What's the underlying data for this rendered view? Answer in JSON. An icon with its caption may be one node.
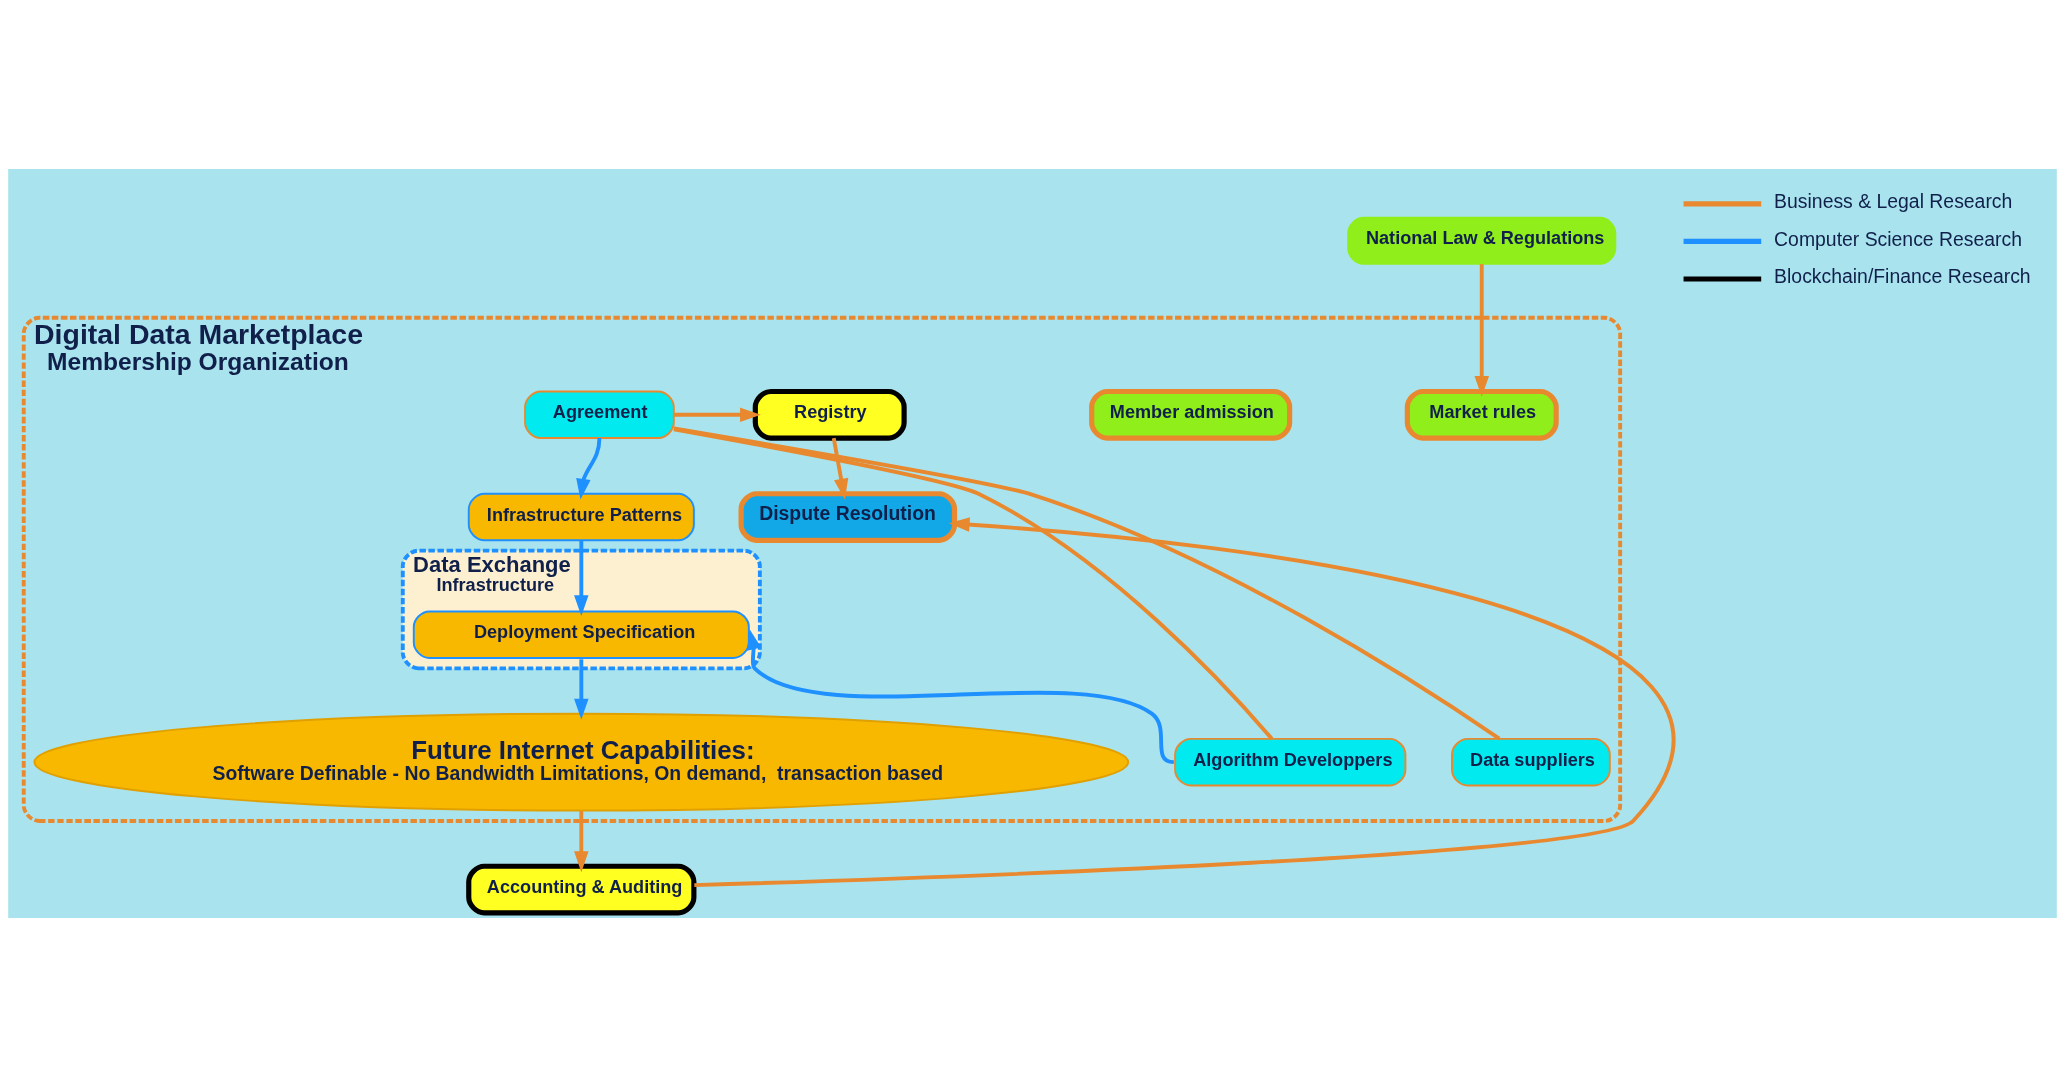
{
  "diagram": {
    "nodes": [
      {
        "text": [
          "National Law & Regulations"
        ]
      },
      {
        "text": [
          "Digital Data Marketplace",
          "Membership Organization"
        ]
      },
      {
        "text": [
          "Market rules"
        ],
        "in": 1
      },
      {
        "text": [
          "Member admission"
        ],
        "in": 1
      },
      {
        "text": [
          "Agreement"
        ],
        "in": 1
      },
      {
        "text": [
          "Registry"
        ],
        "in": 1
      },
      {
        "text": [
          "Infrastructure Patterns"
        ],
        "in": 1
      },
      {
        "text": [
          "Dispute Resolution"
        ],
        "in": 1
      },
      {
        "text": [
          "Data Exchange",
          "Infrastructure"
        ],
        "in": 1
      },
      {
        "text": [
          "Deployment Specification"
        ],
        "in": 8
      },
      {
        "text": [
          "Data suppliers"
        ],
        "in": 1
      },
      {
        "text": [
          "Future Internet Capabilities:",
          "Software Definable - No Bandwidth Limitations, On demand,  transaction based"
        ],
        "in": 1
      },
      {
        "text": [
          "Algorithm Developpers"
        ],
        "in": 1
      },
      {
        "text": [
          "Accounting & Auditing"
        ]
      }
    ],
    "edges": [
      {
        "from": 0,
        "to": 2,
        "arrow": "to"
      },
      {
        "from": 4,
        "to": 5,
        "arrow": "to"
      },
      {
        "from": 5,
        "to": 7,
        "arrow": "to"
      },
      {
        "from": 4,
        "to": 6,
        "arrow": "to",
        "color": "#1e90ff"
      },
      {
        "from": 6,
        "to": 9,
        "arrow": "to",
        "color": "#1e90ff"
      },
      {
        "from": 9,
        "to": 11,
        "arrow": "to",
        "color": "#1e90ff"
      },
      {
        "from": 12,
        "to": 9,
        "arrow": "to",
        "color": "#1e90ff"
      },
      {
        "from": 11,
        "to": 13,
        "arrow": "to"
      },
      {
        "from": 13,
        "to": 7,
        "arrow": "to"
      },
      {
        "from": 10,
        "to": 4,
        "arrow": "none"
      },
      {
        "from": 4,
        "to": 12,
        "arrow": "none"
      }
    ],
    "legend": [
      {
        "text": "Business & Legal Research"
      },
      {
        "text": "Computer Science Research"
      },
      {
        "text": "Blockchain/Finance Research"
      }
    ]
  }
}
